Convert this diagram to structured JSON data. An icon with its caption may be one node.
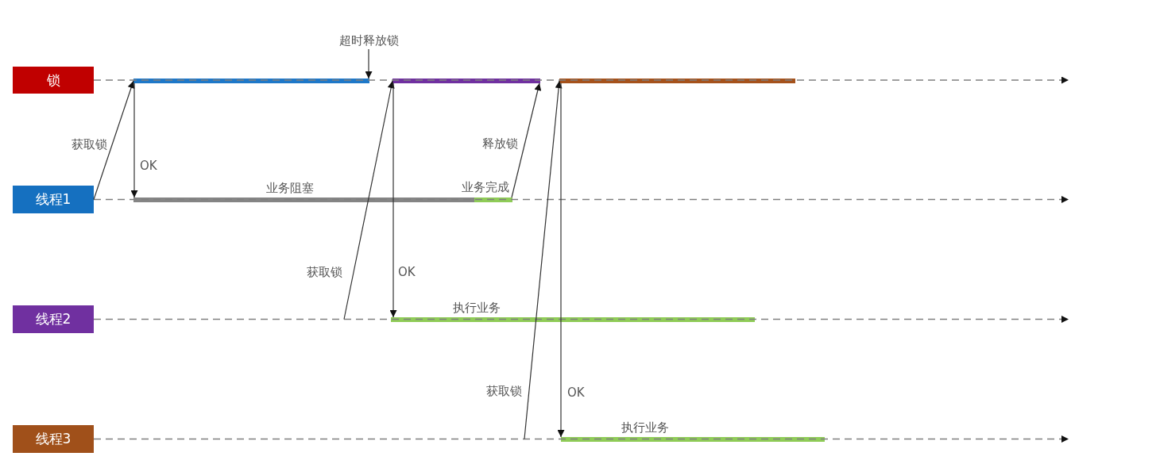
{
  "diagram": {
    "nodes": [
      {
        "text": [
          "超时释放锁"
        ]
      },
      {
        "text": [
          "锁"
        ]
      },
      {
        "text": [],
        "shape": "bar"
      },
      {
        "text": [],
        "shape": "bar"
      },
      {
        "text": [],
        "shape": "bar"
      },
      {
        "text": [
          "线程1"
        ]
      },
      {
        "text": [],
        "shape": "bar",
        "beside": [
          "业务阻塞"
        ]
      },
      {
        "text": [],
        "shape": "bar",
        "beside": [
          "业务完成"
        ]
      },
      {
        "text": [
          "线程2"
        ]
      },
      {
        "text": [],
        "shape": "bar",
        "beside": [
          "执行业务"
        ]
      },
      {
        "text": [
          "线程3"
        ]
      },
      {
        "text": [],
        "shape": "bar",
        "beside": [
          "执行业务"
        ]
      }
    ],
    "edges": [
      {
        "from": 1,
        "to": null,
        "arrow": "to",
        "style": "dashed",
        "color": "#7f7f7f"
      },
      {
        "from": 5,
        "to": null,
        "arrow": "to",
        "style": "dashed",
        "color": "#7f7f7f"
      },
      {
        "from": 8,
        "to": null,
        "arrow": "to",
        "style": "dashed",
        "color": "#7f7f7f"
      },
      {
        "from": 10,
        "to": null,
        "arrow": "to",
        "style": "dashed",
        "color": "#7f7f7f"
      },
      {
        "from": 5,
        "to": 2,
        "arrow": "to",
        "label": "获取锁"
      },
      {
        "from": 2,
        "to": 6,
        "arrow": "to",
        "label": "OK"
      },
      {
        "from": 0,
        "to": 2,
        "arrow": "to"
      },
      {
        "from": null,
        "to": 3,
        "arrow": "to",
        "label": "获取锁"
      },
      {
        "from": 3,
        "to": 9,
        "arrow": "to",
        "label": "OK"
      },
      {
        "from": 7,
        "to": 3,
        "arrow": "to",
        "label": "释放锁"
      },
      {
        "from": null,
        "to": 4,
        "arrow": "to",
        "label": "获取锁"
      },
      {
        "from": 4,
        "to": 11,
        "arrow": "to",
        "label": "OK"
      }
    ]
  }
}
